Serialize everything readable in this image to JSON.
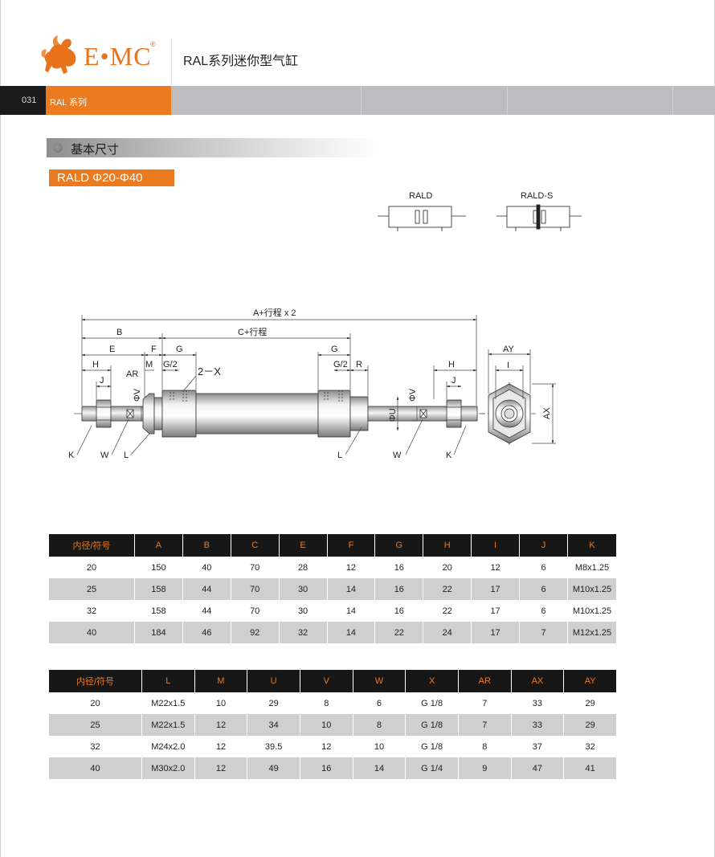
{
  "header": {
    "logo_text": "E•MC",
    "logo_reg": "®",
    "title": "RAL系列迷你型气缸"
  },
  "band": {
    "page_number": "031",
    "series": "RAL 系列"
  },
  "section": {
    "title": "基本尺寸",
    "model": "RALD Φ20-Φ40"
  },
  "drawing": {
    "variant_labels": [
      "RALD",
      "RALD-S"
    ],
    "dims": {
      "a_stroke": "A+行程 x 2",
      "c_stroke": "C+行程",
      "B": "B",
      "E": "E",
      "F": "F",
      "G": "G",
      "H": "H",
      "J": "J",
      "AR": "AR",
      "M": "M",
      "G2": "G/2",
      "X": "2－X",
      "R": "R",
      "V": "ΦV",
      "U": "ΦU",
      "K": "K",
      "W": "W",
      "L": "L",
      "AY": "AY",
      "I": "I",
      "AX": "AX"
    }
  },
  "table1": {
    "headers": [
      "内径/符号",
      "A",
      "B",
      "C",
      "E",
      "F",
      "G",
      "H",
      "I",
      "J",
      "K"
    ],
    "rows": [
      [
        "20",
        "150",
        "40",
        "70",
        "28",
        "12",
        "16",
        "20",
        "12",
        "6",
        "M8x1.25"
      ],
      [
        "25",
        "158",
        "44",
        "70",
        "30",
        "14",
        "16",
        "22",
        "17",
        "6",
        "M10x1.25"
      ],
      [
        "32",
        "158",
        "44",
        "70",
        "30",
        "14",
        "16",
        "22",
        "17",
        "6",
        "M10x1.25"
      ],
      [
        "40",
        "184",
        "46",
        "92",
        "32",
        "14",
        "22",
        "24",
        "17",
        "7",
        "M12x1.25"
      ]
    ]
  },
  "table2": {
    "headers": [
      "内径/符号",
      "L",
      "M",
      "U",
      "V",
      "W",
      "X",
      "AR",
      "AX",
      "AY"
    ],
    "rows": [
      [
        "20",
        "M22x1.5",
        "10",
        "29",
        "8",
        "6",
        "G 1/8",
        "7",
        "33",
        "29"
      ],
      [
        "25",
        "M22x1.5",
        "12",
        "34",
        "10",
        "8",
        "G 1/8",
        "7",
        "33",
        "29"
      ],
      [
        "32",
        "M24x2.0",
        "12",
        "39.5",
        "12",
        "10",
        "G 1/8",
        "8",
        "37",
        "32"
      ],
      [
        "40",
        "M30x2.0",
        "12",
        "49",
        "16",
        "14",
        "G 1/4",
        "9",
        "47",
        "41"
      ]
    ]
  },
  "colors": {
    "accent": "#ec7a1e",
    "header_dark": "#171717",
    "band_gray": "#bdbdbf",
    "row_alt": "#cfcfd0"
  }
}
